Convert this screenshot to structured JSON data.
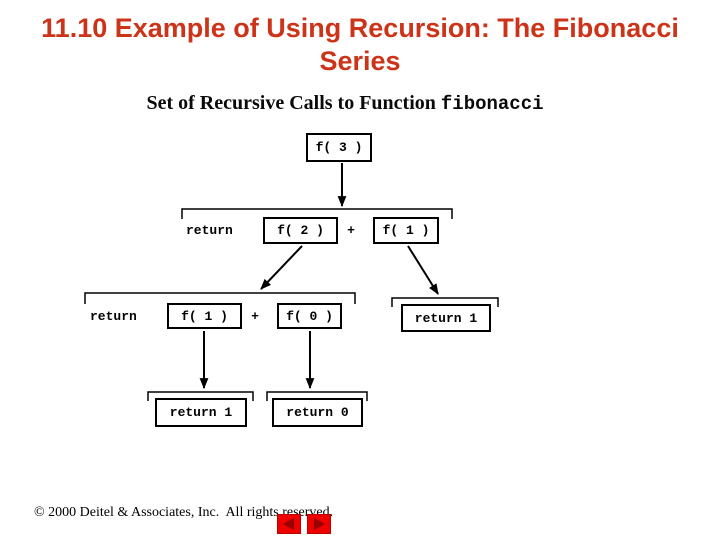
{
  "slide": {
    "title_line1": "11.10 Example of Using Recursion: The Fibonacci",
    "title_line2": "Series",
    "subtitle_text": "Set of Recursive Calls to Function ",
    "subtitle_code": "fibonacci"
  },
  "diagram": {
    "nodes": {
      "f3": "f( 3 )",
      "f2": "f( 2 )",
      "f1_top": "f( 1 )",
      "f1_left": "f( 1 )",
      "f0": "f( 0 )",
      "return1_right": "return 1",
      "return1_bottom": "return 1",
      "return0_bottom": "return 0"
    },
    "labels": {
      "return_level2": "return",
      "plus_level2": "+",
      "return_level3": "return",
      "plus_level3": "+"
    }
  },
  "footer": {
    "copyright": "© 2000 Deitel & Associates, Inc.  All rights reserved."
  },
  "icons": {
    "prev": "left-triangle-icon",
    "next": "right-triangle-icon"
  },
  "colors": {
    "title_text": "#cc3318",
    "nav_button_bg": "#ee0000",
    "nav_button_arrow": "#990000",
    "diagram_stroke": "#000000"
  }
}
